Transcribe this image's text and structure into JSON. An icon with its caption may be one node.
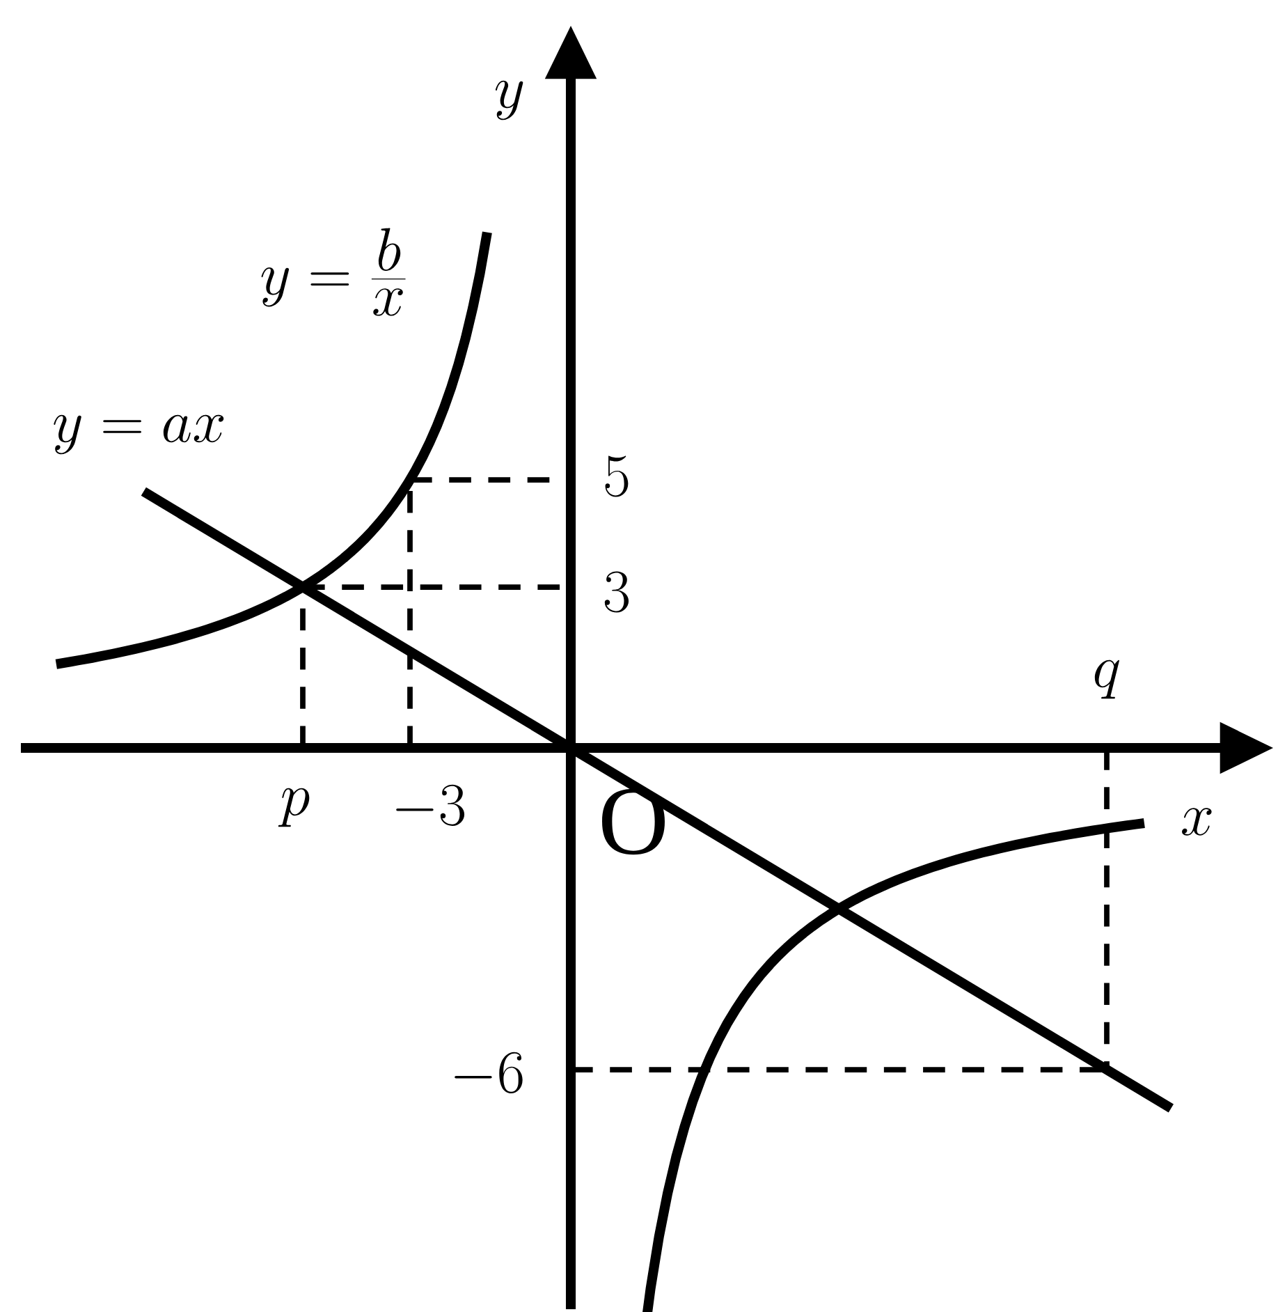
{
  "diagram": {
    "labels": [
      "y",
      "y=\\frac{b}{x}",
      "y=ax",
      "5",
      "3",
      "q",
      "p",
      "-3",
      "O",
      "x",
      "-6"
    ]
  }
}
